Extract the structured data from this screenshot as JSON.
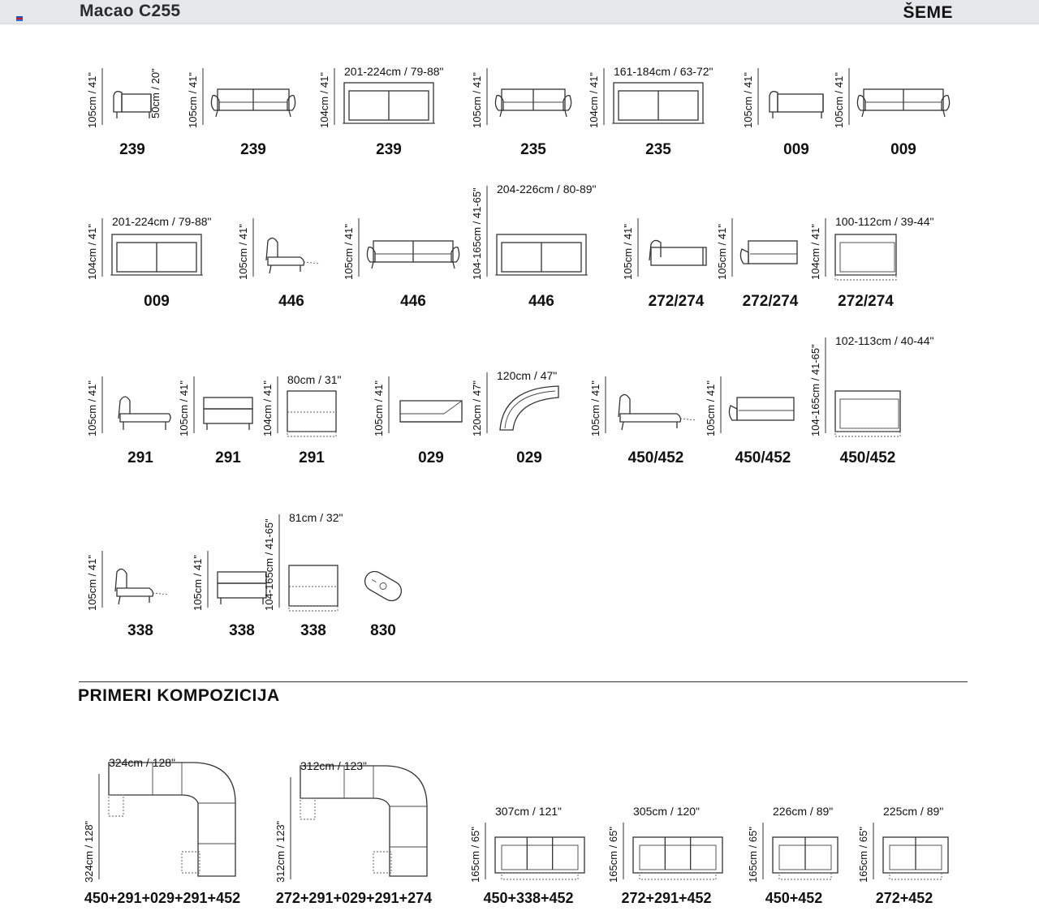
{
  "header": {
    "title": "Macao C255",
    "section": "ŠEME",
    "flag_colors": [
      "#1b4fbd",
      "#d91c1c",
      "#2a66d9"
    ]
  },
  "elements": [
    {
      "code": "239",
      "icon": "armchair-icon",
      "dims": [
        "105cm / 41\"",
        "50cm / 20\""
      ]
    },
    {
      "code": "239",
      "icon": "two-seat-sofa-icon",
      "dims": [
        "105cm / 41\""
      ]
    },
    {
      "code": "239",
      "icon": "sofa-top-view-icon",
      "dims": [
        "104cm / 41\"",
        "201-224cm / 79-88\""
      ]
    },
    {
      "code": "235",
      "icon": "two-seat-sofa-icon",
      "dims": [
        "105cm / 41\""
      ]
    },
    {
      "code": "235",
      "icon": "sofa-top-view-icon",
      "dims": [
        "104cm / 41\"",
        "161-184cm / 63-72\""
      ]
    },
    {
      "code": "009",
      "icon": "armchair-icon",
      "dims": [
        "105cm / 41\""
      ]
    },
    {
      "code": "009",
      "icon": "two-seat-sofa-icon",
      "dims": [
        "105cm / 41\""
      ]
    },
    {
      "code": "009",
      "icon": "sofa-top-view-icon",
      "dims": [
        "104cm / 41\"",
        "201-224cm / 79-88\""
      ]
    },
    {
      "code": "446",
      "icon": "recliner-side-icon",
      "dims": [
        "105cm / 41\""
      ]
    },
    {
      "code": "446",
      "icon": "two-seat-sofa-icon",
      "dims": [
        "105cm / 41\""
      ]
    },
    {
      "code": "446",
      "icon": "sofa-top-view-icon",
      "dims": [
        "104-165cm / 41-65\"",
        "204-226cm / 80-89\""
      ]
    },
    {
      "code": "272/274",
      "icon": "armchair-side-icon",
      "dims": [
        "105cm / 41\""
      ]
    },
    {
      "code": "272/274",
      "icon": "arm-unit-icon",
      "dims": [
        "105cm / 41\""
      ]
    },
    {
      "code": "272/274",
      "icon": "module-top-view-icon",
      "dims": [
        "104cm / 41\"",
        "100-112cm / 39-44\""
      ]
    },
    {
      "code": "291",
      "icon": "seat-side-icon",
      "dims": [
        "105cm / 41\""
      ]
    },
    {
      "code": "291",
      "icon": "seat-front-icon",
      "dims": [
        "105cm / 41\""
      ]
    },
    {
      "code": "291",
      "icon": "seat-top-view-icon",
      "dims": [
        "104cm / 41\"",
        "80cm / 31\""
      ]
    },
    {
      "code": "029",
      "icon": "corner-unit-icon",
      "dims": [
        "105cm / 41\""
      ]
    },
    {
      "code": "029",
      "icon": "corner-top-view-icon",
      "dims": [
        "120cm / 47\"",
        "120cm / 47\""
      ]
    },
    {
      "code": "450/452",
      "icon": "recliner-side-icon",
      "dims": [
        "105cm / 41\""
      ]
    },
    {
      "code": "450/452",
      "icon": "arm-unit-icon",
      "dims": [
        "105cm / 41\""
      ]
    },
    {
      "code": "450/452",
      "icon": "module-top-view-icon",
      "dims": [
        "104-165cm / 41-65\"",
        "102-113cm / 40-44\""
      ]
    },
    {
      "code": "338",
      "icon": "recliner-side-icon",
      "dims": [
        "105cm / 41\""
      ]
    },
    {
      "code": "338",
      "icon": "seat-front-icon",
      "dims": [
        "105cm / 41\""
      ]
    },
    {
      "code": "338",
      "icon": "seat-top-view-icon",
      "dims": [
        "104-165cm / 41-65\"",
        "81cm / 32\""
      ]
    },
    {
      "code": "830",
      "icon": "remote-control-icon",
      "dims": []
    }
  ],
  "compositions": {
    "title": "PRIMERI KOMPOZICIJA",
    "items": [
      {
        "code": "450+291+029+291+452",
        "icon": "corner-sofa-icon",
        "dims": [
          "324cm / 128\"",
          "324cm / 128\""
        ]
      },
      {
        "code": "272+291+029+291+274",
        "icon": "corner-sofa-icon",
        "dims": [
          "312cm / 123\"",
          "312cm / 123\""
        ]
      },
      {
        "code": "450+338+452",
        "icon": "three-seat-sofa-top-icon",
        "dims": [
          "307cm / 121\"",
          "165cm / 65\""
        ]
      },
      {
        "code": "272+291+452",
        "icon": "three-seat-sofa-top-icon",
        "dims": [
          "305cm / 120\"",
          "165cm / 65\""
        ]
      },
      {
        "code": "450+452",
        "icon": "two-seat-sofa-top-icon",
        "dims": [
          "226cm / 89\"",
          "165cm / 65\""
        ]
      },
      {
        "code": "272+452",
        "icon": "two-seat-sofa-top-icon",
        "dims": [
          "225cm / 89\"",
          "165cm / 65\""
        ]
      }
    ]
  }
}
